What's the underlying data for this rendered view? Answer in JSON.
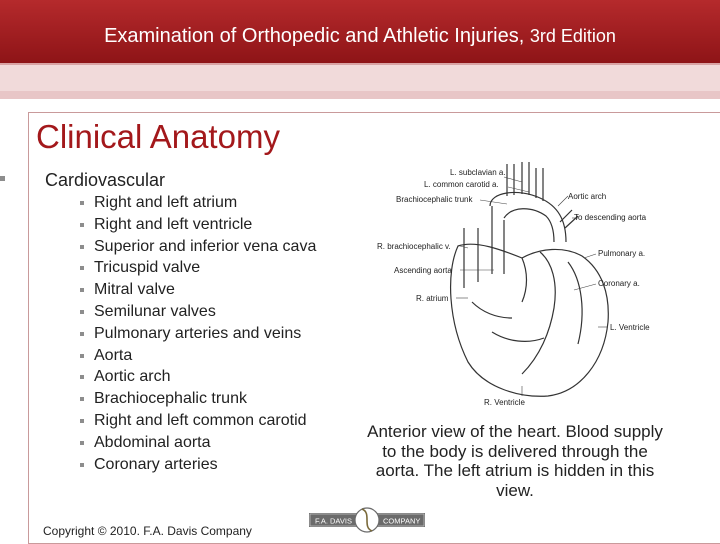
{
  "header": {
    "title_main": "Examination of Orthopedic and Athletic Injuries,",
    "title_edition": "3rd Edition"
  },
  "slide": {
    "title": "Clinical Anatomy",
    "main_bullet": "Cardiovascular",
    "sub_bullets": [
      "Right and left atrium",
      "Right and left ventricle",
      "Superior and inferior vena cava",
      "Tricuspid valve",
      "Mitral valve",
      "Semilunar valves",
      "Pulmonary arteries and veins",
      "Aorta",
      "Aortic arch",
      "Brachiocephalic trunk",
      "Right and left common carotid",
      "Abdominal aorta",
      "Coronary arteries"
    ]
  },
  "figure": {
    "labels": {
      "l_subclavian": "L. subclavian a.",
      "l_common_carotid": "L. common carotid a.",
      "brachiocephalic_trunk": "Brachiocephalic trunk",
      "r_brachiocephalic_v": "R. brachiocephalic v.",
      "ascending_aorta": "Ascending aorta",
      "r_atrium": "R. atrium",
      "r_ventricle": "R. Ventricle",
      "aortic_arch": "Aortic arch",
      "to_descending_aorta": "To descending aorta",
      "pulmonary_a": "Pulmonary a.",
      "coronary_a": "Coronary a.",
      "l_ventricle": "L. Ventricle"
    },
    "caption": "Anterior view of the heart. Blood supply to the body is delivered through the aorta. The left atrium is hidden in this view."
  },
  "footer": {
    "copyright": "Copyright © 2010.  F.A. Davis Company",
    "logo_left": "F.A. DAVIS",
    "logo_right": "COMPANY"
  },
  "colors": {
    "header_red": "#a11e21",
    "title_red": "#a3181b",
    "band_pink": "#f1dada"
  }
}
